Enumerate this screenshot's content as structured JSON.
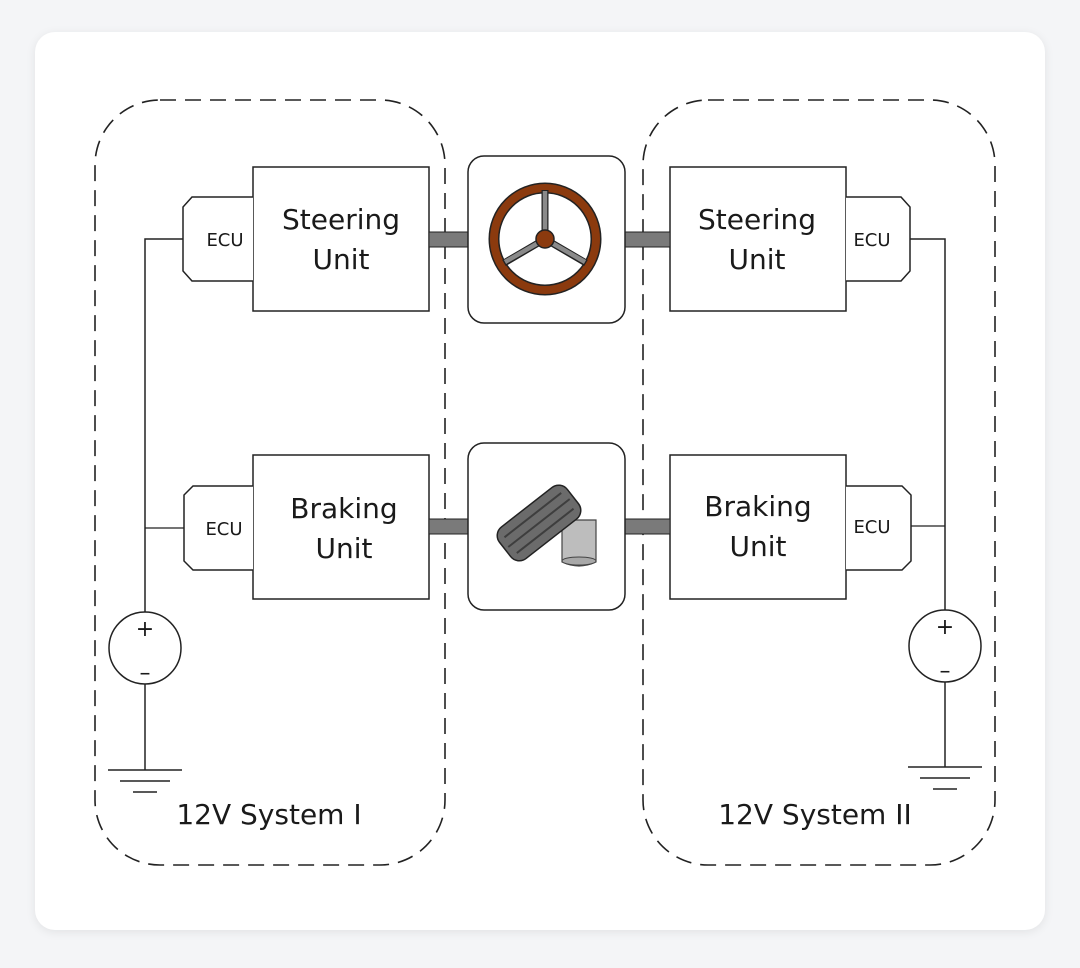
{
  "system_left": {
    "title": "12V System I",
    "steering_unit": [
      "Steering",
      "Unit"
    ],
    "braking_unit": [
      "Braking",
      "Unit"
    ],
    "ecu_top": "ECU",
    "ecu_bottom": "ECU"
  },
  "system_right": {
    "title": "12V System II",
    "steering_unit": [
      "Steering",
      "Unit"
    ],
    "braking_unit": [
      "Braking",
      "Unit"
    ],
    "ecu_top": "ECU",
    "ecu_bottom": "ECU"
  },
  "battery": {
    "plus": "+",
    "minus": "–"
  },
  "icons": {
    "center_top": "steering-wheel-icon",
    "center_bottom": "brake-pedal-icon"
  },
  "colors": {
    "wheel": "#8b3a0e",
    "shaft": "#7a7a7a",
    "pedal": "#6b6b6b"
  }
}
